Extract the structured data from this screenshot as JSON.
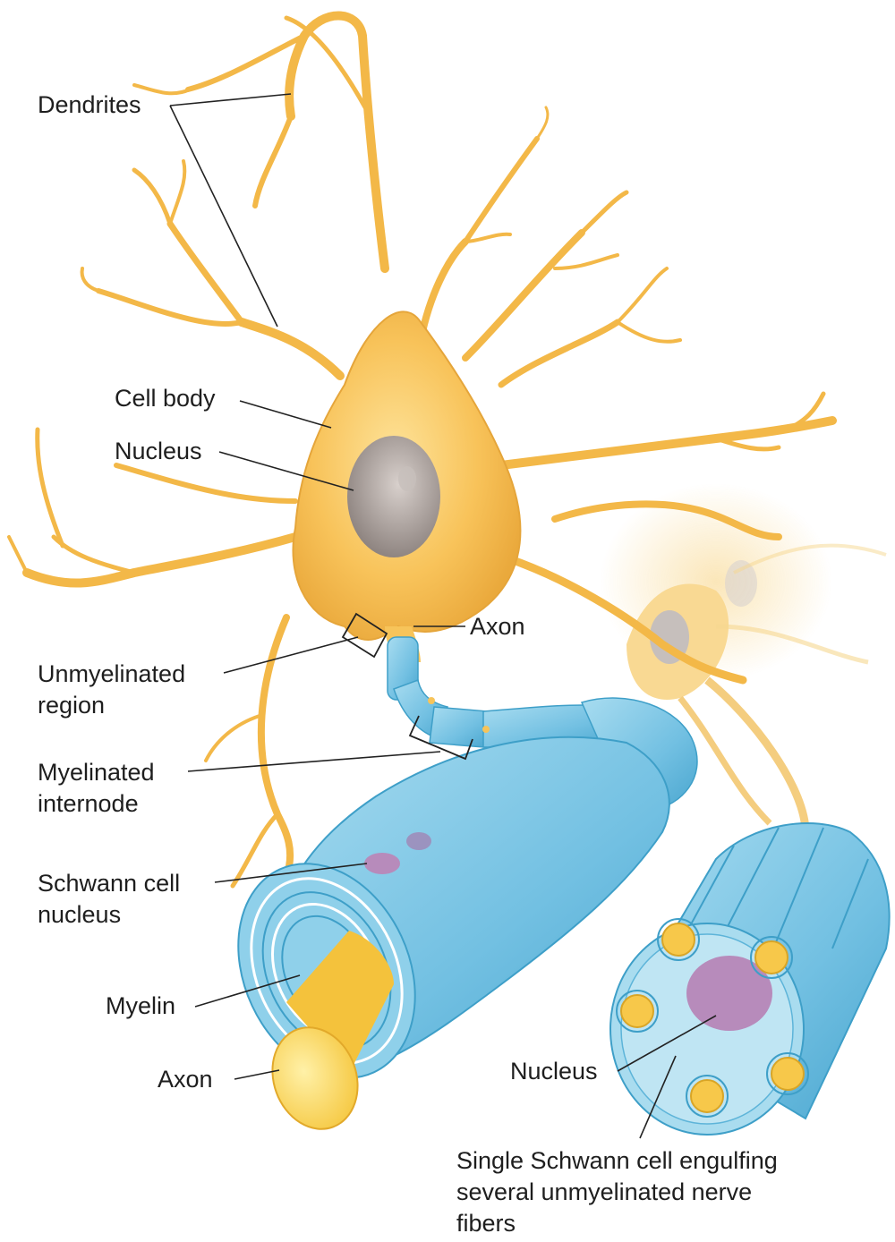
{
  "labels": {
    "dendrites": "Dendrites",
    "cell_body": "Cell body",
    "nucleus_top": "Nucleus",
    "axon_top": "Axon",
    "unmyelinated_region": "Unmyelinated\nregion",
    "myelinated_internode": "Myelinated\ninternode",
    "schwann_cell_nucleus": "Schwann cell\nnucleus",
    "myelin": "Myelin",
    "axon_bottom": "Axon",
    "nucleus_bottom": "Nucleus",
    "single_schwann_cell": "Single Schwann cell engulfing\nseveral unmyelinated nerve\nfibers"
  },
  "colors": {
    "neuron_fill": "#f7c45a",
    "neuron_outline": "#e8a93a",
    "nucleus_fill": "#a89d9a",
    "myelin_fill": "#7ec8e6",
    "myelin_dark": "#3e9fc8",
    "schwann_nucleus": "#b78bbb",
    "axon_fill": "#f9d15a",
    "text": "#1e1e1e"
  }
}
